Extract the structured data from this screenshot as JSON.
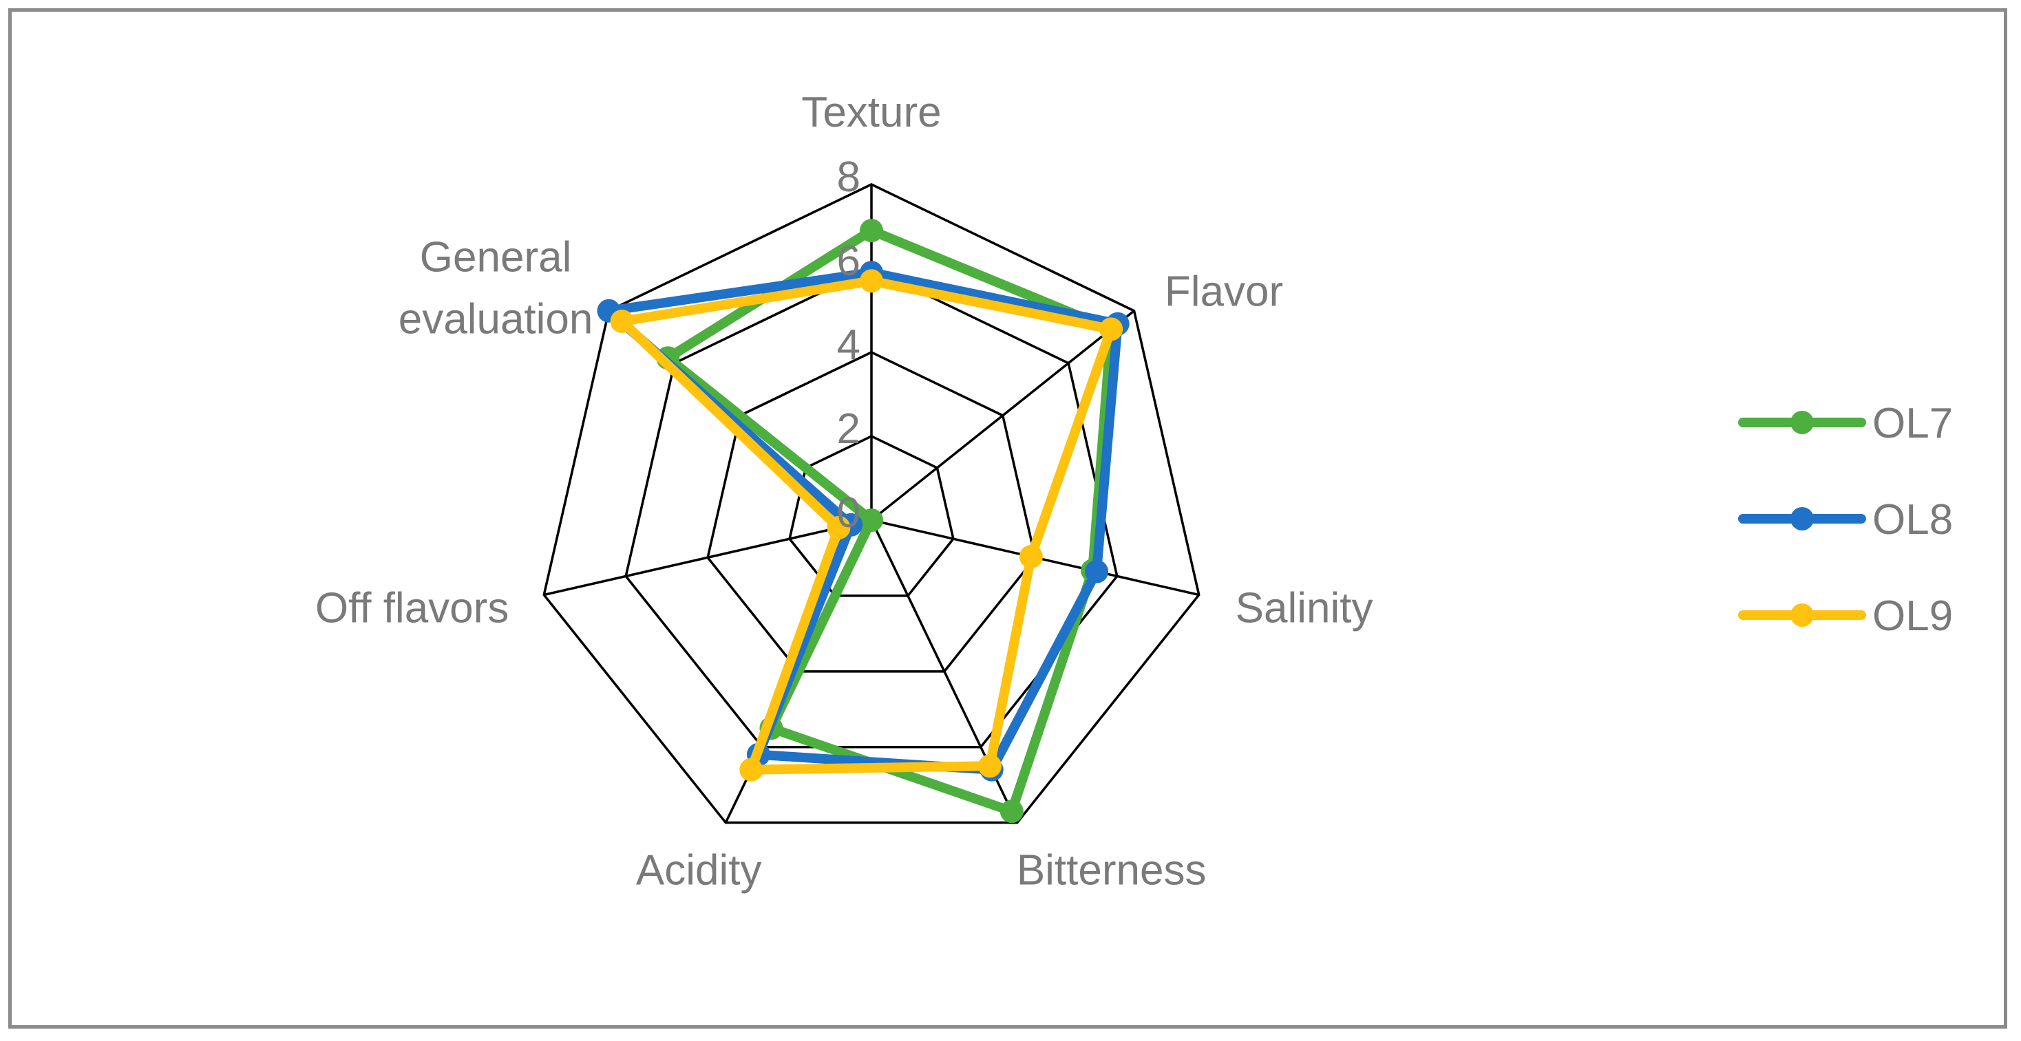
{
  "chart_data": {
    "type": "radar",
    "title": "",
    "axes": [
      "Texture",
      "Flavor",
      "Salinity",
      "Bitterness",
      "Acidity",
      "Off flavors",
      "General evaluation"
    ],
    "axis_label_lines": [
      [
        "Texture"
      ],
      [
        "Flavor"
      ],
      [
        "Salinity"
      ],
      [
        "Bitterness"
      ],
      [
        "Acidity"
      ],
      [
        "Off flavors"
      ],
      [
        "General",
        "evaluation"
      ]
    ],
    "r_ticks": [
      "0",
      "2",
      "4",
      "6",
      "8"
    ],
    "r_range": [
      0,
      8
    ],
    "grid": true,
    "legend_position": "right",
    "series": [
      {
        "name": "OL7",
        "color": "#4caf3e",
        "values": [
          6.9,
          7.3,
          5.4,
          7.7,
          5.5,
          0.0,
          6.2
        ]
      },
      {
        "name": "OL8",
        "color": "#1f72c8",
        "values": [
          5.9,
          7.5,
          5.5,
          6.6,
          6.2,
          0.5,
          8.0
        ]
      },
      {
        "name": "OL9",
        "color": "#ffc20e",
        "values": [
          5.7,
          7.3,
          3.9,
          6.5,
          6.6,
          0.8,
          7.6
        ]
      }
    ]
  }
}
